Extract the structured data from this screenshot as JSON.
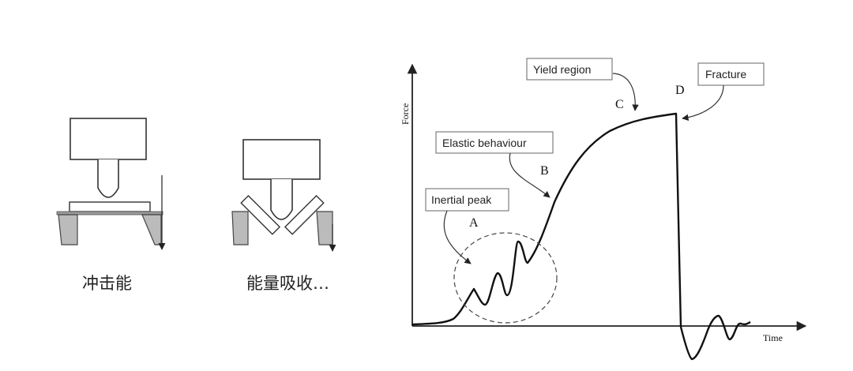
{
  "left_panel": {
    "caption_impact": "冲击能",
    "caption_absorb": "能量吸收…"
  },
  "chart": {
    "ylabel": "Force",
    "xlabel": "Time",
    "point_a": "A",
    "point_b": "B",
    "point_c": "C",
    "point_d": "D",
    "callouts": {
      "inertial": "Inertial peak",
      "elastic": "Elastic behaviour",
      "yield": "Yield region",
      "fracture": "Fracture"
    }
  }
}
